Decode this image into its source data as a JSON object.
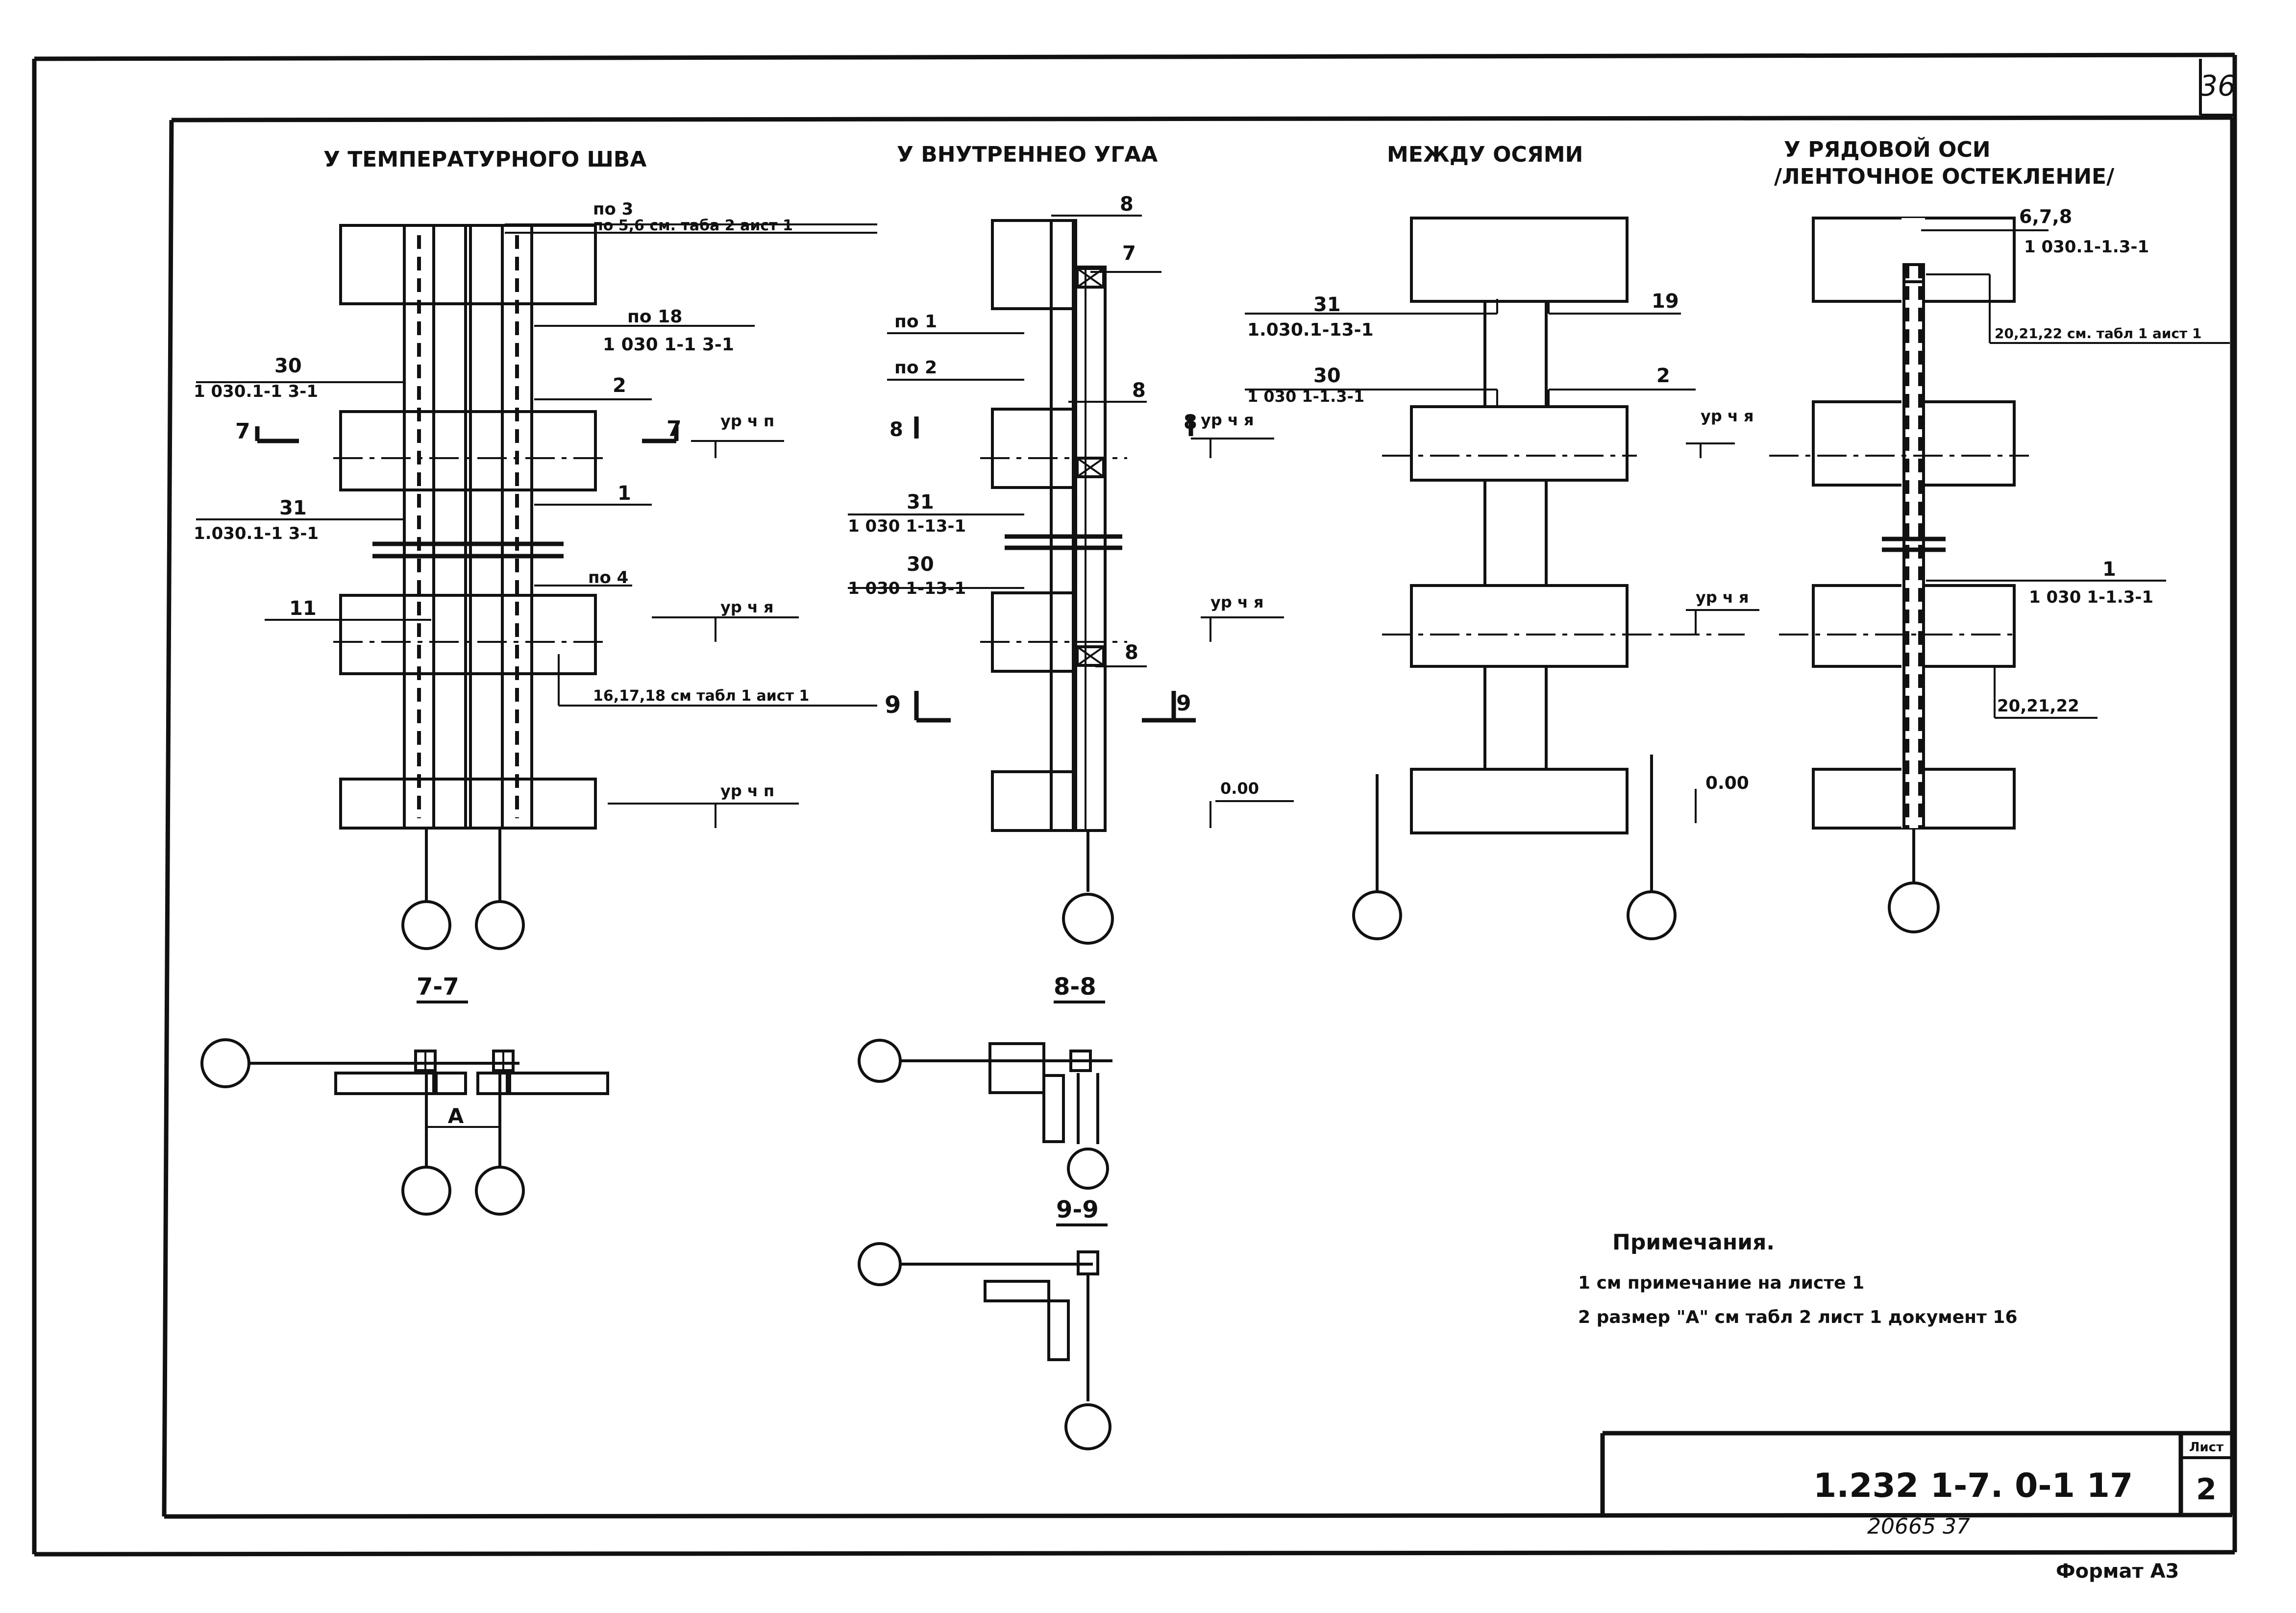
{
  "sheet_number_top": "36",
  "titles": {
    "t1": "У ТЕМПЕРАТУРНОГО ШВА",
    "t2": "У ВНУТРЕННЕО УГАА",
    "t3": "МЕЖДУ ОСЯМИ",
    "t4a": "У РЯДОВОЙ ОСИ",
    "t4b": "/ЛЕНТОЧНОЕ ОСТЕКЛЕНИЕ/"
  },
  "labels": {
    "a1": "по 3",
    "a2": "по 5,6 см. таба 2 аист 1",
    "a3": "по 18",
    "a4": "1 030 1-1 3-1",
    "a5": "30",
    "a6": "1 030.1-1 3-1",
    "a7": "2",
    "a8": "7",
    "a9": "7",
    "a10": "ур ч п",
    "a11": "31",
    "a12": "1.030.1-1 3-1",
    "a13": "1",
    "a14": "по 4",
    "a15": "11",
    "a16": "ур ч я",
    "a17": "16,17,18 см табл 1 аист 1",
    "a18": "ур ч п",
    "b1": "8",
    "b2": "7",
    "b3": "по 1",
    "b4": "по 2",
    "b5": "8",
    "b6": "8",
    "b7": "8",
    "b8": "ур ч я",
    "b9": "31",
    "b10": "1 030 1-13-1",
    "b11": "30",
    "b12": "1 030 1-13-1",
    "b13": "ур ч я",
    "b14": "8",
    "b15": "9",
    "b16": "9",
    "b17": "0.00",
    "c1": "31",
    "c2": "1.030.1-13-1",
    "c3": "19",
    "c4": "30",
    "c5": "1 030 1-1.3-1",
    "c6": "2",
    "c7": "ур ч я",
    "c8": "ур ч я",
    "c9": "0.00",
    "d1": "6,7,8",
    "d2": "1 030.1-1.3-1",
    "d3": "20,21,22 см. табл 1 аист 1",
    "d4": "1",
    "d5": "1 030 1-1.3-1",
    "d6": "20,21,22"
  },
  "sections": {
    "s77": "7-7",
    "s88": "8-8",
    "s99": "9-9",
    "dim_a": "А"
  },
  "notes": {
    "title": "Примечания.",
    "line1": "1 см примечание на листе 1",
    "line2": "2 размер \"А\" см табл 2 лист 1 документ 16"
  },
  "title_block": {
    "code": "1.232 1-7. 0-1 17",
    "sheet_label": "Лист",
    "sheet_value": "2",
    "inventory": "20665 37",
    "format": "Формат А3"
  }
}
